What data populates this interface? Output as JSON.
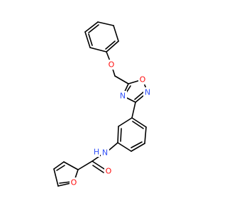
{
  "colors": {
    "background": "#ffffff",
    "bond": "#000000",
    "oxygen": "#ff0d0d",
    "nitrogen": "#3050f8",
    "hydrogen": "#3050f8"
  },
  "atoms": {
    "ether_oxygen": "O",
    "oxadiazole_oxygen": "O",
    "oxadiazole_nitrogen_2": "N",
    "oxadiazole_nitrogen_4": "N",
    "amide_nitrogen": "N",
    "amide_hydrogen": "H",
    "carbonyl_oxygen": "O",
    "furan_oxygen": "O"
  }
}
